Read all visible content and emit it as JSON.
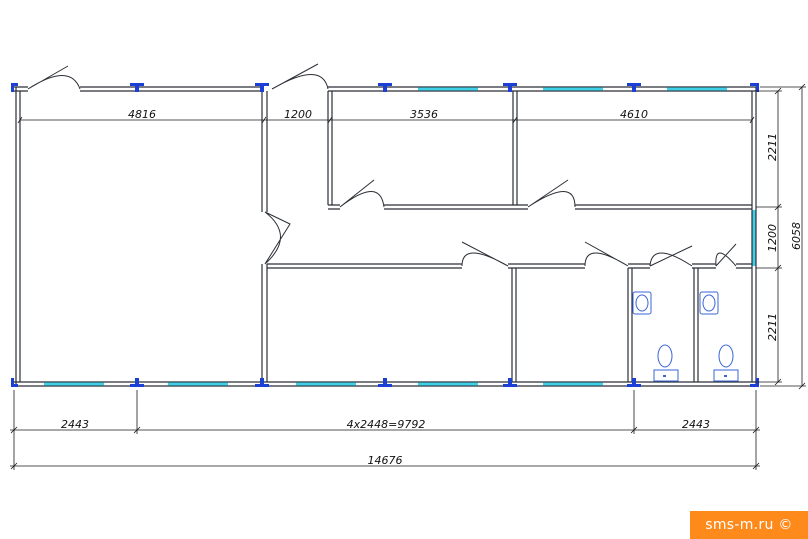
{
  "dimensions": {
    "top_room_1": "4816",
    "top_corridor": "1200",
    "top_room_2": "3536",
    "top_room_3": "4610",
    "right_top": "2211",
    "right_corridor": "1200",
    "right_bottom": "2211",
    "total_height": "6058",
    "bottom_left": "2443",
    "bottom_middle": "4x2448=9792",
    "bottom_right": "2443",
    "total_length": "14676"
  },
  "colors": {
    "wall": "#2b2f36",
    "window": "#3fd0e8",
    "post": "#1c3fd6",
    "fixture": "#3a64d8",
    "watermark_bg": "#ff8a1c"
  },
  "watermark": "sms-m.ru ©"
}
